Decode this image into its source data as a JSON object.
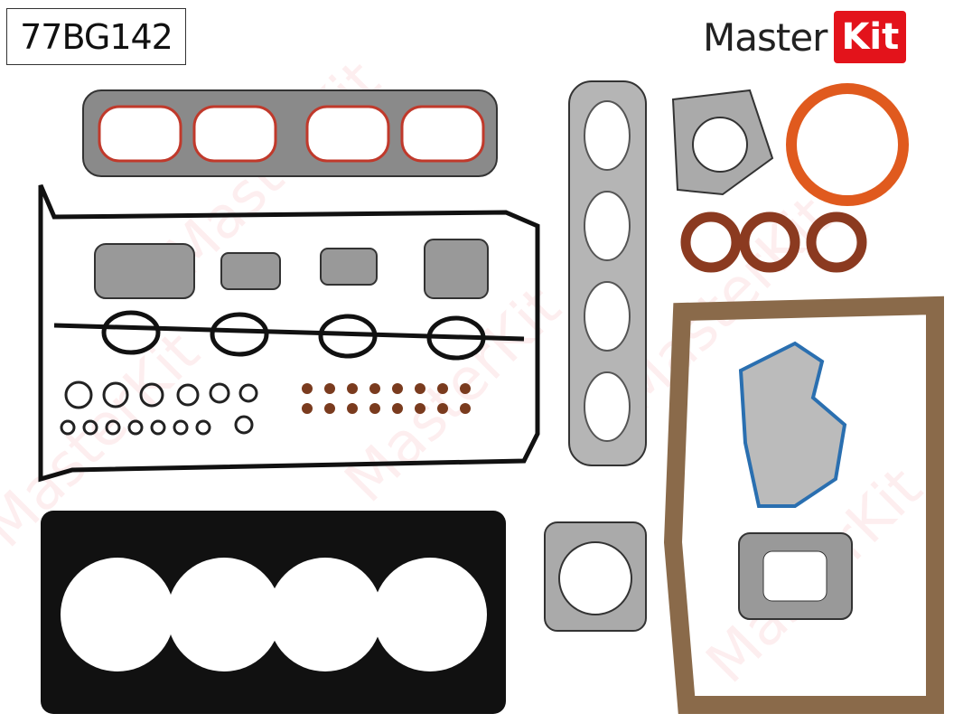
{
  "product": {
    "part_number": "77BG142",
    "brand": "MasterKit",
    "brand_master": "Master",
    "brand_kit": "Kit",
    "brand_color": "#e3131b"
  },
  "watermark": "MasterKit"
}
